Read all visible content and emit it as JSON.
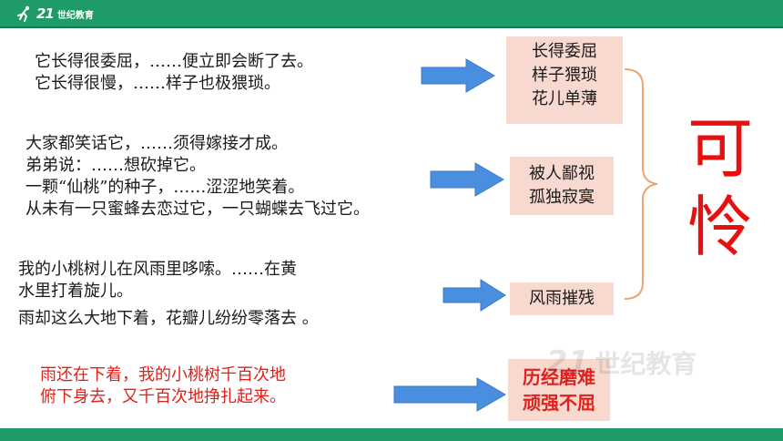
{
  "header": {
    "logo_number": "21",
    "logo_name": "世纪教育",
    "accent": "#1f9b6a"
  },
  "groups": [
    {
      "lines": [
        "它长得很委屈，……便立即会断了去。",
        "它长得很慢，……样子也极猥琐。"
      ],
      "result": [
        "长得委屈",
        "样子猥琐",
        "花儿单薄"
      ]
    },
    {
      "lines": [
        "大家都笑话它，……须得嫁接才成。",
        "弟弟说：……想砍掉它。",
        "一颗“仙桃”的种子，……涩涩地笑着。",
        "从未有一只蜜蜂去恋过它，一只蝴蝶去飞过它。"
      ],
      "result": [
        "被人鄙视",
        "孤独寂寞"
      ]
    },
    {
      "lines": [
        " 我的小桃树儿在风雨里哆嗦。……在黄",
        "水里打着旋儿。",
        "  雨却这么大地下着，花瓣儿纷纷零落去 。"
      ],
      "result": [
        "风雨摧残"
      ]
    },
    {
      "lines": [
        "雨还在下着，我的小桃树千百次地",
        "俯下身去，又千百次地挣扎起来。"
      ],
      "result": [
        "历经磨难",
        "顽强不屈"
      ]
    }
  ],
  "conclusion": [
    "可",
    "怜"
  ],
  "watermark": {
    "number": "21",
    "name": "世纪教育"
  },
  "colors": {
    "box_fill": "#f8d9cf",
    "arrow_fill": "#4a8ee0",
    "red": "#e0201b",
    "brace": "#f0a36e"
  }
}
